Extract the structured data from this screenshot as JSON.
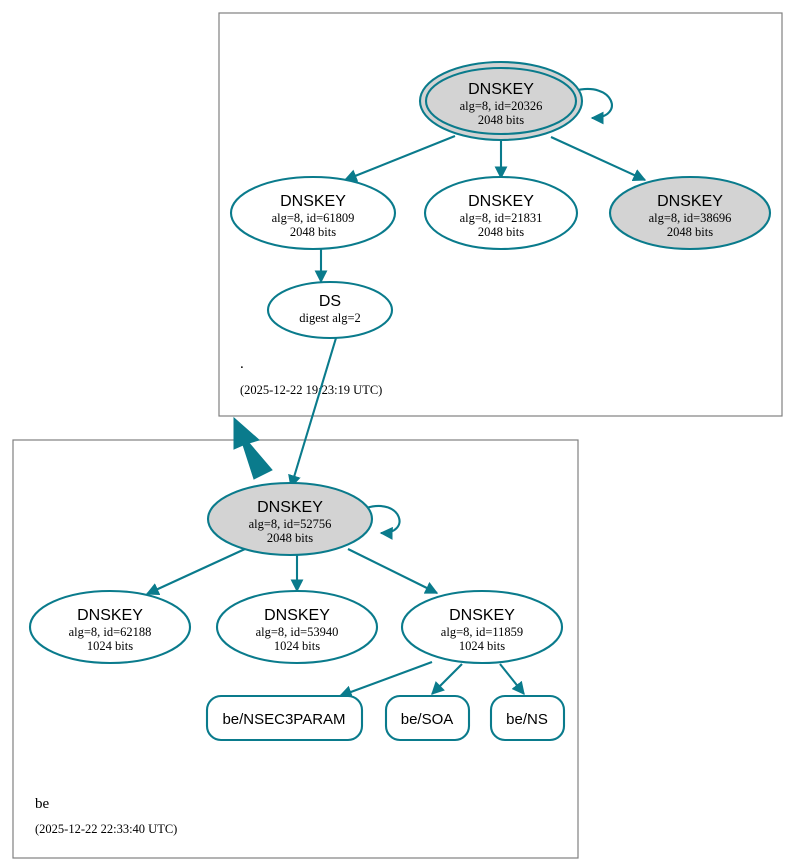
{
  "diagram": {
    "type": "dnssec-authentication-chain",
    "accent_color": "#0a7b8c",
    "secure_fill_color": "#d3d3d3",
    "plain_fill_color": "#ffffff",
    "zone_border_color": "#808080"
  },
  "zones": [
    {
      "id": "root",
      "name": ".",
      "timestamp": "(2025-12-22 19:23:19 UTC)",
      "nodes": [
        {
          "id": "root-ksk",
          "kind": "DNSKEY",
          "title": "DNSKEY",
          "line2": "alg=8, id=20326",
          "line3": "2048 bits",
          "style": "double-ellipse-gray",
          "self_signed": true
        },
        {
          "id": "root-zsk-61809",
          "kind": "DNSKEY",
          "title": "DNSKEY",
          "line2": "alg=8, id=61809",
          "line3": "2048 bits",
          "style": "ellipse-white",
          "self_signed": false
        },
        {
          "id": "root-zsk-21831",
          "kind": "DNSKEY",
          "title": "DNSKEY",
          "line2": "alg=8, id=21831",
          "line3": "2048 bits",
          "style": "ellipse-white",
          "self_signed": false
        },
        {
          "id": "root-zsk-38696",
          "kind": "DNSKEY",
          "title": "DNSKEY",
          "line2": "alg=8, id=38696",
          "line3": "2048 bits",
          "style": "ellipse-gray",
          "self_signed": false
        },
        {
          "id": "root-ds",
          "kind": "DS",
          "title": "DS",
          "line2": "digest alg=2",
          "line3": "",
          "style": "ellipse-white",
          "self_signed": false
        }
      ]
    },
    {
      "id": "be",
      "name": "be",
      "timestamp": "(2025-12-22 22:33:40 UTC)",
      "nodes": [
        {
          "id": "be-ksk",
          "kind": "DNSKEY",
          "title": "DNSKEY",
          "line2": "alg=8, id=52756",
          "line3": "2048 bits",
          "style": "ellipse-gray",
          "self_signed": true
        },
        {
          "id": "be-zsk-62188",
          "kind": "DNSKEY",
          "title": "DNSKEY",
          "line2": "alg=8, id=62188",
          "line3": "1024 bits",
          "style": "ellipse-white",
          "self_signed": false
        },
        {
          "id": "be-zsk-53940",
          "kind": "DNSKEY",
          "title": "DNSKEY",
          "line2": "alg=8, id=53940",
          "line3": "1024 bits",
          "style": "ellipse-white",
          "self_signed": false
        },
        {
          "id": "be-zsk-11859",
          "kind": "DNSKEY",
          "title": "DNSKEY",
          "line2": "alg=8, id=11859",
          "line3": "1024 bits",
          "style": "ellipse-white",
          "self_signed": false
        }
      ],
      "rrsets": [
        {
          "id": "be-nsec3param",
          "label": "be/NSEC3PARAM"
        },
        {
          "id": "be-soa",
          "label": "be/SOA"
        },
        {
          "id": "be-ns",
          "label": "be/NS"
        }
      ]
    }
  ]
}
